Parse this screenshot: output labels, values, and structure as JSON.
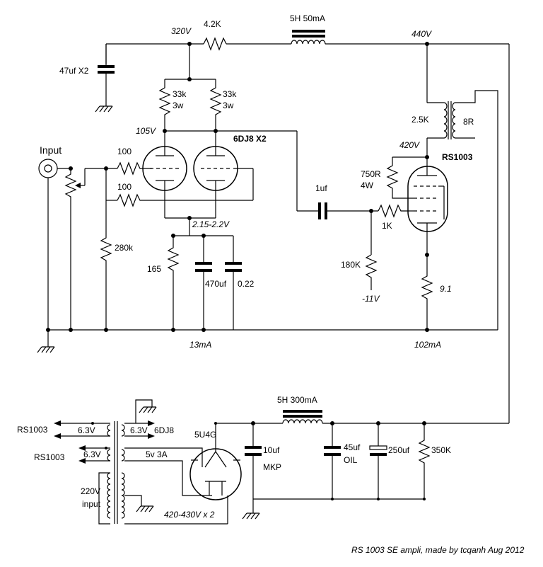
{
  "labels": {
    "v320": "320V",
    "r42k": "4.2K",
    "choke1": "5H 50mA",
    "v440": "440V",
    "c47": "47uf X2",
    "r33k_a": "33k",
    "w3_a": "3w",
    "r33k_b": "33k",
    "w3_b": "3w",
    "v105": "105V",
    "tube1": "6DJ8 X2",
    "input": "Input",
    "r100_a": "100",
    "r100_b": "100",
    "r25k": "2.5K",
    "r8": "8R",
    "v420": "420V",
    "tube2": "RS1003",
    "r750": "750R",
    "w4": "4W",
    "c1uf": "1uf",
    "r1k": "1K",
    "v215": "2.15-2.2V",
    "r280k": "280k",
    "r165": "165",
    "c470": "470uf",
    "c022": "0.22",
    "r180k": "180K",
    "vneg11": "-11V",
    "r91": "9.1",
    "i13": "13mA",
    "i102": "102mA",
    "choke2": "5H 300mA",
    "rs1003_a": "RS1003",
    "v63_a": "6.3V",
    "v63_b": "6.3V",
    "dj8": "6DJ8",
    "rs1003_b": "RS1003",
    "v63_c": "6.3V",
    "v5": "5v 3A",
    "rect": "5U4G",
    "c10": "10uf",
    "mkp": "MKP",
    "c45": "45uf",
    "oil": "OIL",
    "c250": "250uf",
    "r350": "350K",
    "v220": "220V",
    "inp": "input",
    "v420x2": "420-430V x 2",
    "caption": "RS 1003 SE ampli, made by tcqanh Aug 2012"
  }
}
